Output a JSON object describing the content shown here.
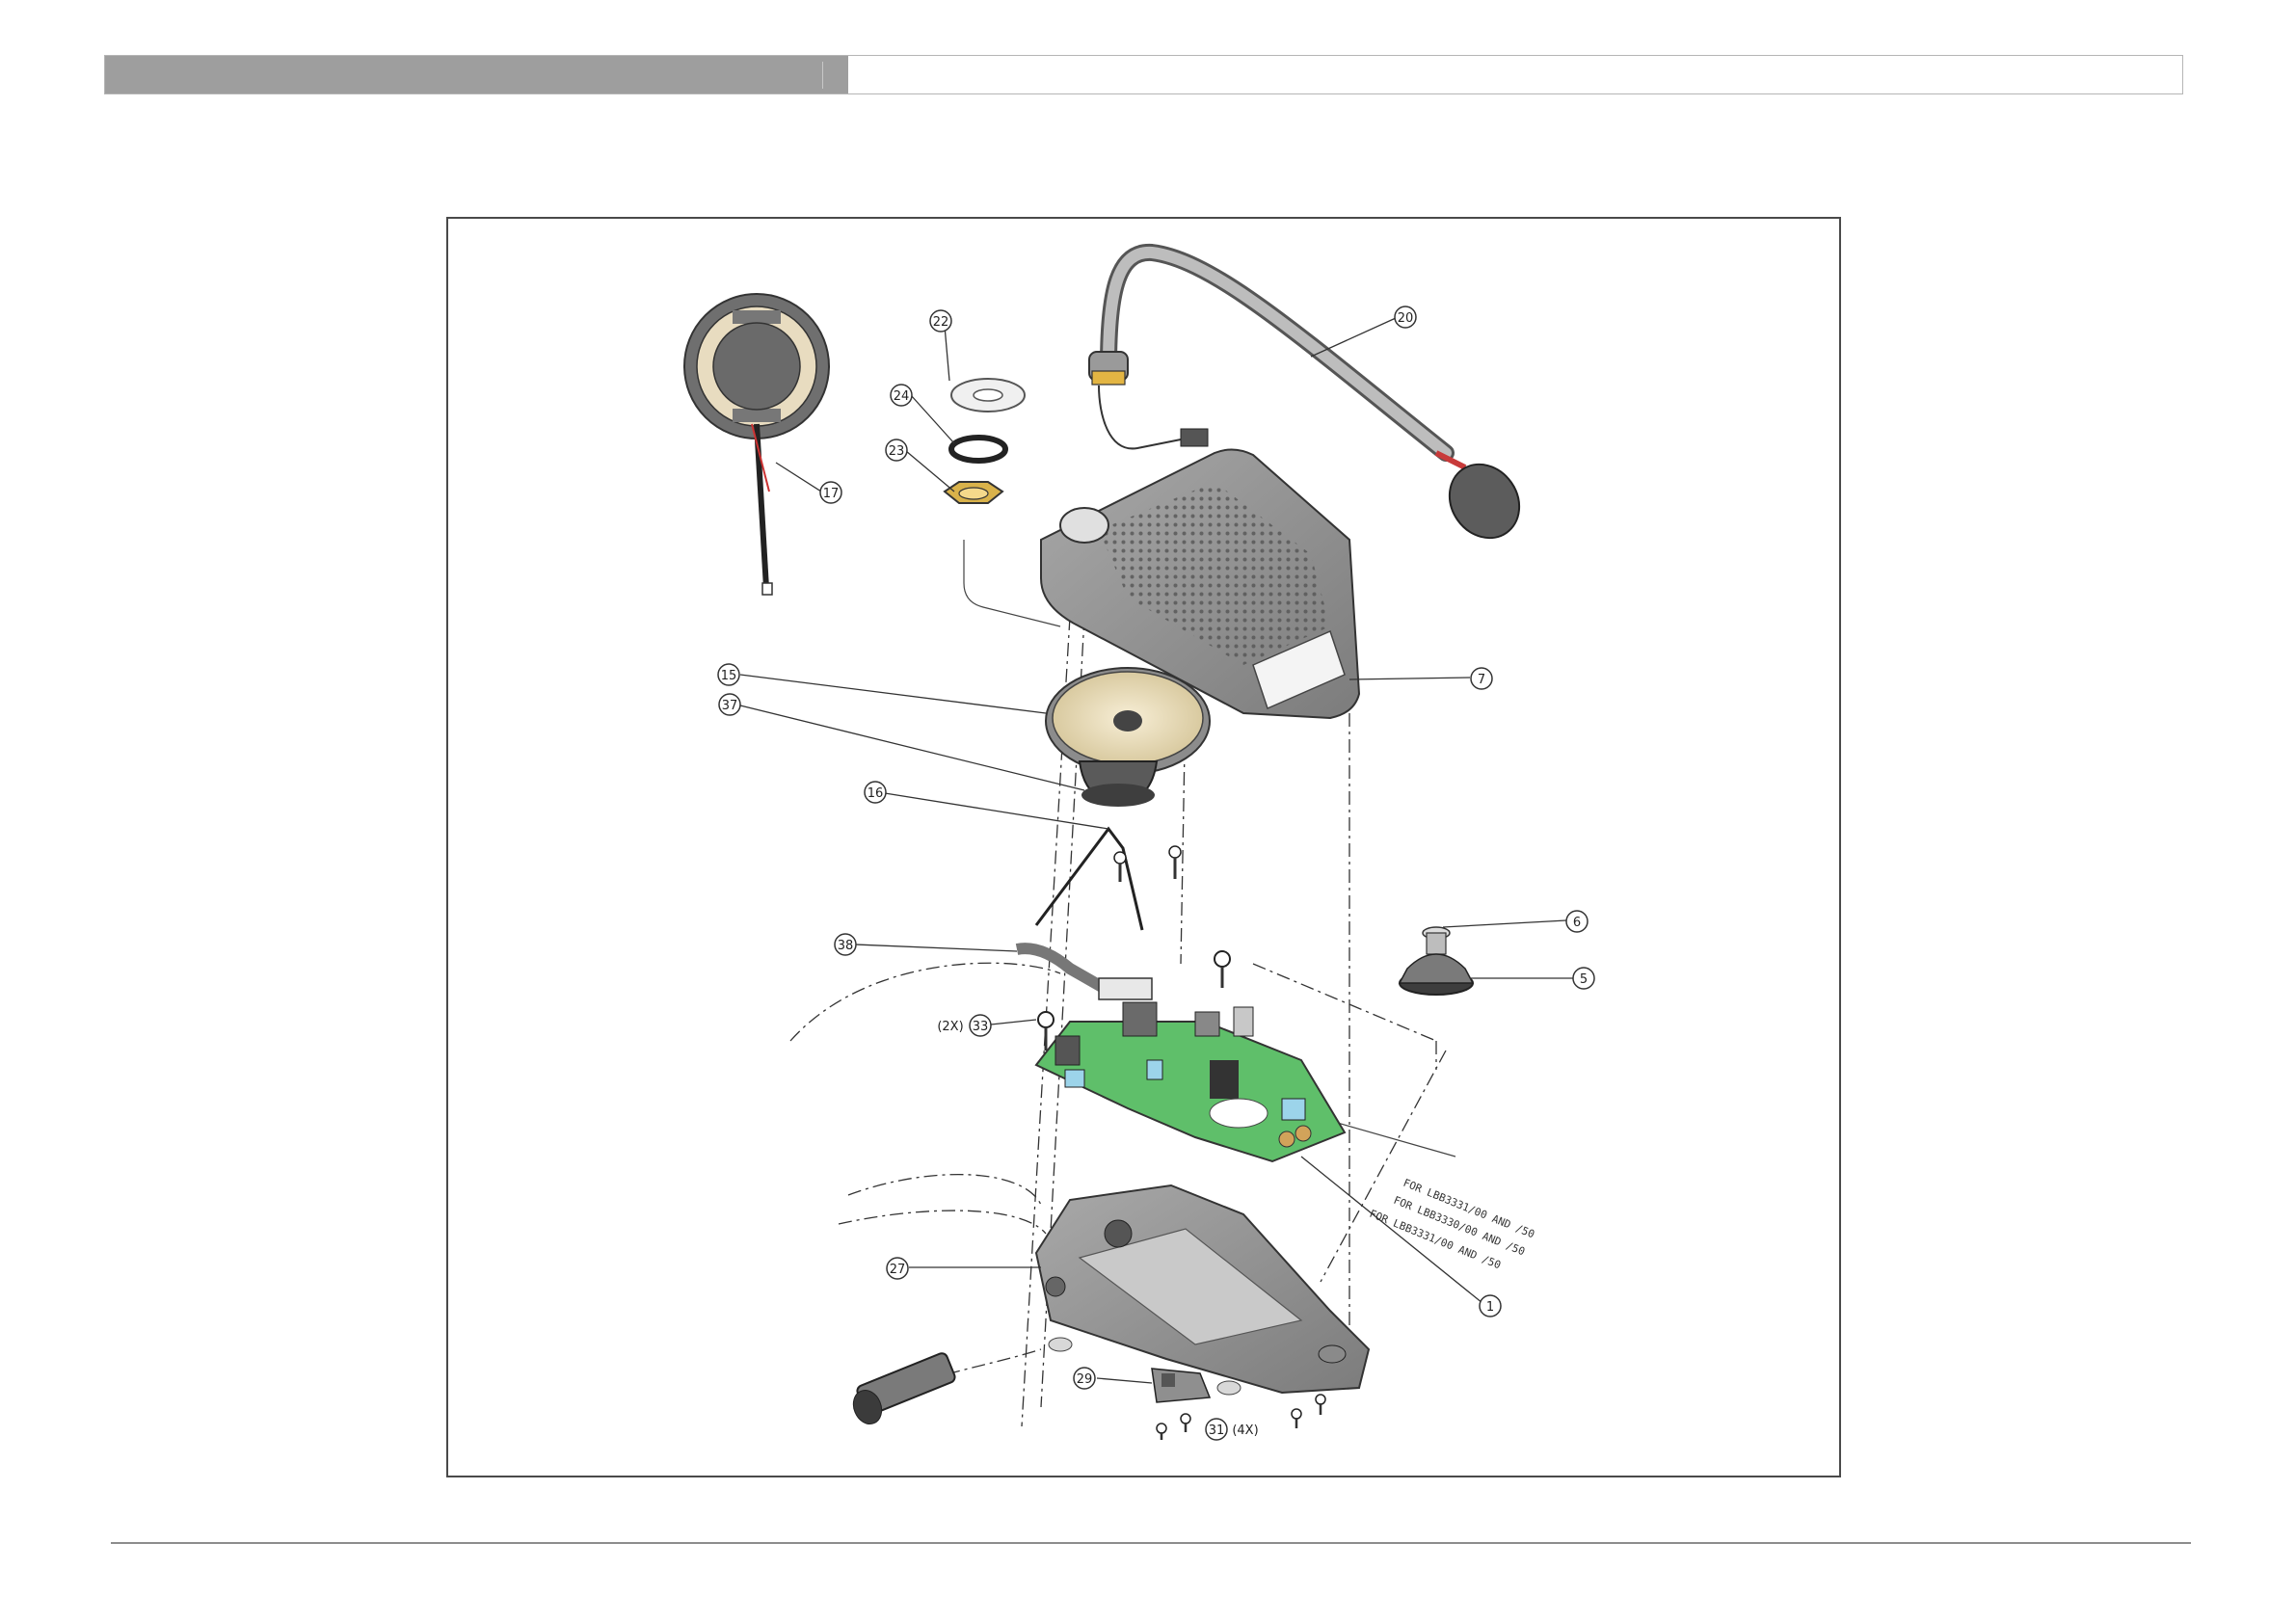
{
  "header": {
    "accent_color": "#9e9e9e"
  },
  "callouts": {
    "c17": "17",
    "c22": "22",
    "c24": "24",
    "c23": "23",
    "c20": "20",
    "c7": "7",
    "c15": "15",
    "c37": "37",
    "c16": "16",
    "c6": "6",
    "c5": "5",
    "c38": "38",
    "c33": "33",
    "c33_qty": "(2X)",
    "c27": "27",
    "c1": "1",
    "c29": "29",
    "c31": "31",
    "c31_qty": "(4X)"
  },
  "notes": {
    "n1": "FOR LBB3331/00 AND /50",
    "n2": "FOR LBB3330/00 AND /50",
    "n3": "FOR LBB3331/00 AND /50"
  },
  "colors": {
    "housing": "#8f8f8f",
    "pcb": "#5fbf6a",
    "cone": "#efe3c4",
    "brass": "#d9b24a",
    "mic_ring": "#c83a3a"
  }
}
